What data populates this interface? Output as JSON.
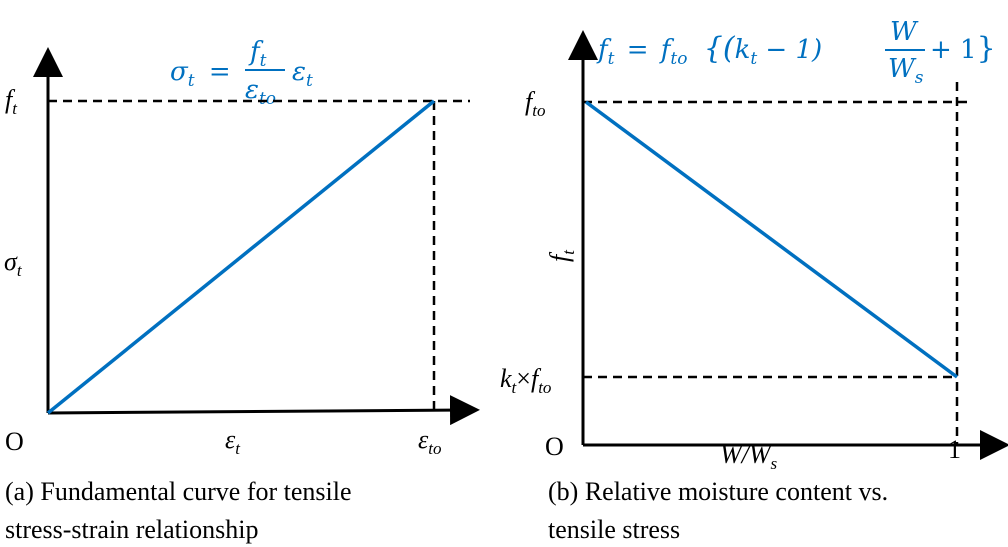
{
  "colors": {
    "curve": "#0070C0",
    "axis": "#000000"
  },
  "panel_a": {
    "equation": {
      "lhs": "σ",
      "lhs_sub": "t",
      "eq": "=",
      "num": "f",
      "num_sub": "t",
      "den": "ε",
      "den_sub": "to",
      "mult": "ε",
      "mult_sub": "t"
    },
    "y_tick": {
      "main": "f",
      "sub": "t"
    },
    "y_label": {
      "main": "σ",
      "sub": "t"
    },
    "origin": "O",
    "x_label": {
      "main": "ε",
      "sub": "t"
    },
    "x_tick": {
      "main": "ε",
      "sub": "to"
    },
    "caption_line1": "(a) Fundamental curve for tensile",
    "caption_line2": "stress-strain relationship"
  },
  "panel_b": {
    "equation": {
      "lhs": "f",
      "lhs_sub": "t",
      "eq": "=",
      "f": "f",
      "f_sub": "to",
      "open": "{(",
      "k": "k",
      "k_sub": "t",
      "minus_one": " − 1)",
      "num": "W",
      "den": "W",
      "den_sub": "s",
      "plus_one": "+ 1",
      "close": "}"
    },
    "y_tick_top": {
      "main": "f",
      "sub": "to"
    },
    "y_tick_bottom": {
      "k": "k",
      "k_sub": "t",
      "times": "×",
      "f": "f",
      "f_sub": "to"
    },
    "y_label": {
      "main": "f",
      "sub": "t"
    },
    "origin": "O",
    "x_label": {
      "w": "W/W",
      "sub": "s"
    },
    "x_tick": "1",
    "caption_line1": "(b) Relative moisture content vs.",
    "caption_line2": "tensile stress"
  }
}
